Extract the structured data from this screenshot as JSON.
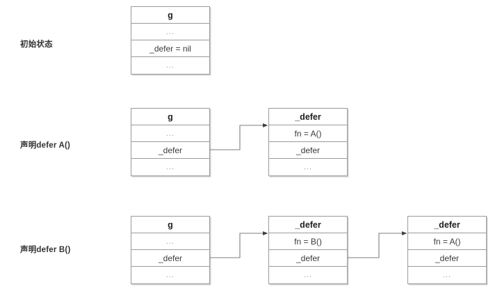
{
  "diagram": {
    "title_present": false,
    "stroke_color": "#9a9a9a",
    "text_color": "#3a3a3a",
    "background": "#ffffff"
  },
  "rows": [
    {
      "label": "初始状态",
      "boxes": [
        {
          "name": "g-struct",
          "cells": [
            {
              "text": "g",
              "style": "head"
            },
            {
              "text": "...",
              "style": "ellip"
            },
            {
              "text": "_defer = nil",
              "style": "normal"
            },
            {
              "text": "...",
              "style": "ellip"
            }
          ]
        }
      ]
    },
    {
      "label": "声明defer A()",
      "boxes": [
        {
          "name": "g-struct",
          "cells": [
            {
              "text": "g",
              "style": "head"
            },
            {
              "text": "...",
              "style": "ellip"
            },
            {
              "text": "_defer",
              "style": "normal"
            },
            {
              "text": "...",
              "style": "ellip"
            }
          ]
        },
        {
          "name": "defer-node-a",
          "cells": [
            {
              "text": "_defer",
              "style": "head"
            },
            {
              "text": "fn = A()",
              "style": "normal"
            },
            {
              "text": "_defer",
              "style": "normal"
            },
            {
              "text": "...",
              "style": "ellip"
            }
          ]
        }
      ]
    },
    {
      "label": "声明defer B()",
      "boxes": [
        {
          "name": "g-struct",
          "cells": [
            {
              "text": "g",
              "style": "head"
            },
            {
              "text": "...",
              "style": "ellip"
            },
            {
              "text": "_defer",
              "style": "normal"
            },
            {
              "text": "...",
              "style": "ellip"
            }
          ]
        },
        {
          "name": "defer-node-b",
          "cells": [
            {
              "text": "_defer",
              "style": "head"
            },
            {
              "text": "fn = B()",
              "style": "normal"
            },
            {
              "text": "_defer",
              "style": "normal"
            },
            {
              "text": "...",
              "style": "ellip"
            }
          ]
        },
        {
          "name": "defer-node-a",
          "cells": [
            {
              "text": "_defer",
              "style": "head"
            },
            {
              "text": "fn = A()",
              "style": "normal"
            },
            {
              "text": "_defer",
              "style": "normal"
            },
            {
              "text": "...",
              "style": "ellip"
            }
          ]
        }
      ]
    }
  ]
}
